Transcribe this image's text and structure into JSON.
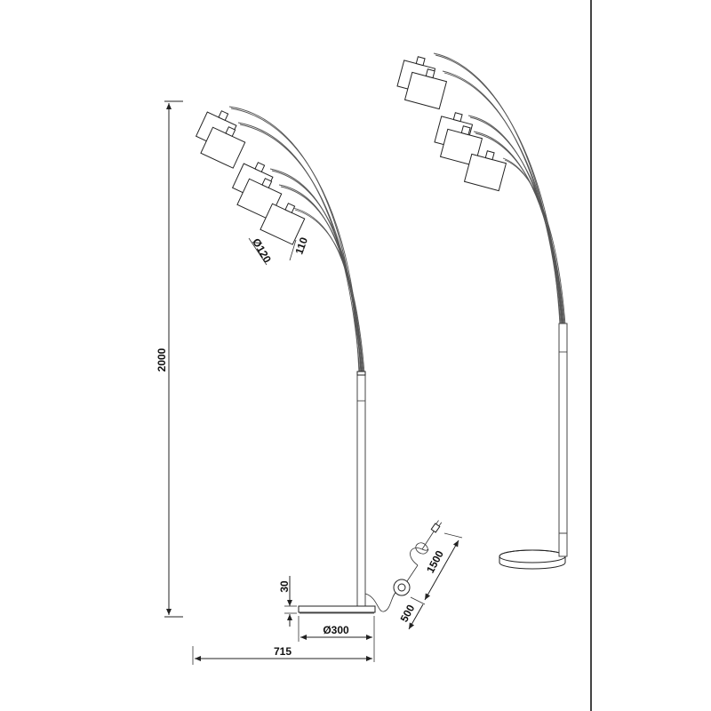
{
  "drawing": {
    "title": "Floor lamp technical drawing",
    "views": [
      {
        "name": "dimensioned-side-view"
      },
      {
        "name": "perspective-view"
      }
    ],
    "dimensions": {
      "height": "2000",
      "width": "715",
      "base_diameter": "Ø300",
      "base_height": "30",
      "shade_diameter": "Ø120",
      "shade_height": "110",
      "cable_to_switch": "500",
      "switch_to_plug": "1500"
    },
    "shade_count": 5,
    "line_color": "#222222",
    "background": "#ffffff"
  }
}
